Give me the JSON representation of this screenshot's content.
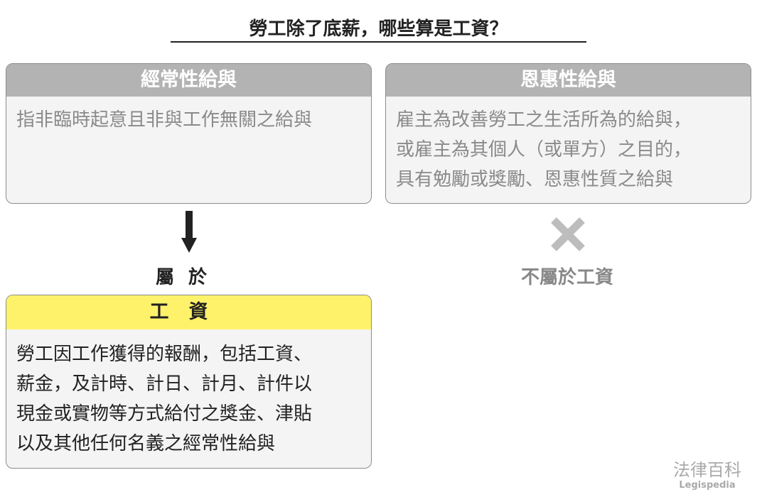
{
  "title": "勞工除了底薪，哪些算是工資？",
  "regular": {
    "header": "經常性給與",
    "lines": [
      "指非臨時起意且非與工作無關之給與"
    ]
  },
  "bonus": {
    "header": "恩惠性給與",
    "lines": [
      "雇主為改善勞工之生活所為的給與，",
      "或雇主為其個人（或單方）之目的，",
      "具有勉勵或獎勵、恩惠性質之給與"
    ]
  },
  "belong_label": "屬於",
  "not_belong_label": "不屬於工資",
  "wage": {
    "header": "工資",
    "lines": [
      "勞工因工作獲得的報酬，包括工資、",
      "薪金，及計時、計日、計月、計件以",
      "現金或實物等方式給付之獎金、津貼",
      "以及其他任何名義之經常性給與"
    ]
  },
  "watermark": {
    "cn": "法律百科",
    "en": "Legispedia"
  },
  "colors": {
    "header_gray": "#b3b3b3",
    "wage_yellow": "#fff26b",
    "body_bg": "#f4f4f4"
  }
}
